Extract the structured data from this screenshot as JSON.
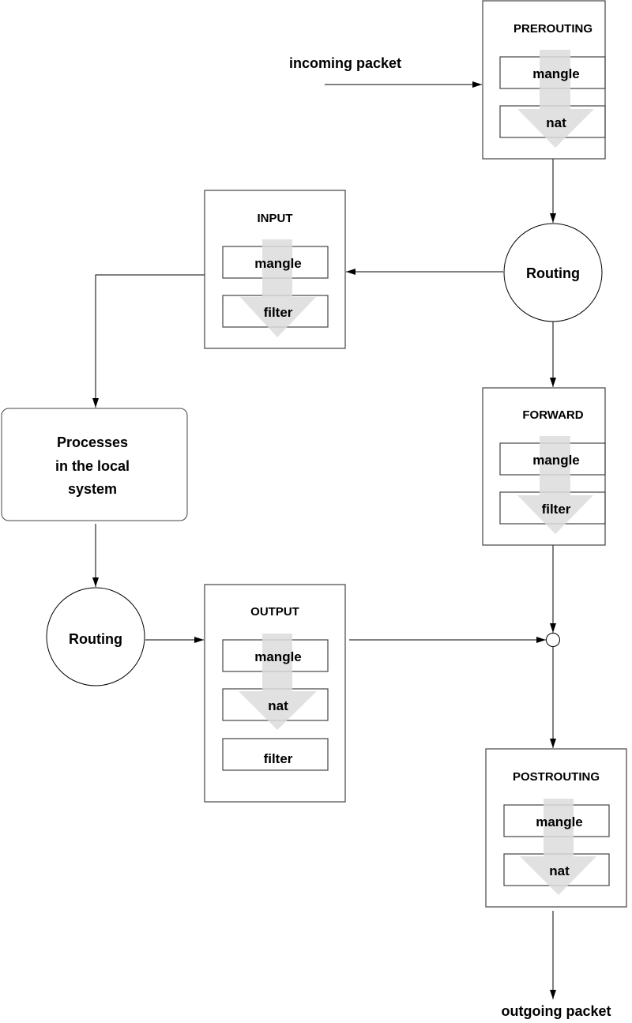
{
  "labels": {
    "incoming": "incoming packet",
    "outgoing": "outgoing packet"
  },
  "chains": {
    "prerouting": {
      "title": "PREROUTING",
      "tables": [
        "mangle",
        "nat"
      ]
    },
    "input": {
      "title": "INPUT",
      "tables": [
        "mangle",
        "filter"
      ]
    },
    "forward": {
      "title": "FORWARD",
      "tables": [
        "mangle",
        "filter"
      ]
    },
    "output": {
      "title": "OUTPUT",
      "tables": [
        "mangle",
        "nat",
        "filter"
      ]
    },
    "postrouting": {
      "title": "POSTROUTING",
      "tables": [
        "mangle",
        "nat"
      ]
    }
  },
  "routing": {
    "top": "Routing",
    "bottom": "Routing"
  },
  "processes": {
    "lines": [
      "Processes",
      "in the local",
      "system"
    ]
  }
}
